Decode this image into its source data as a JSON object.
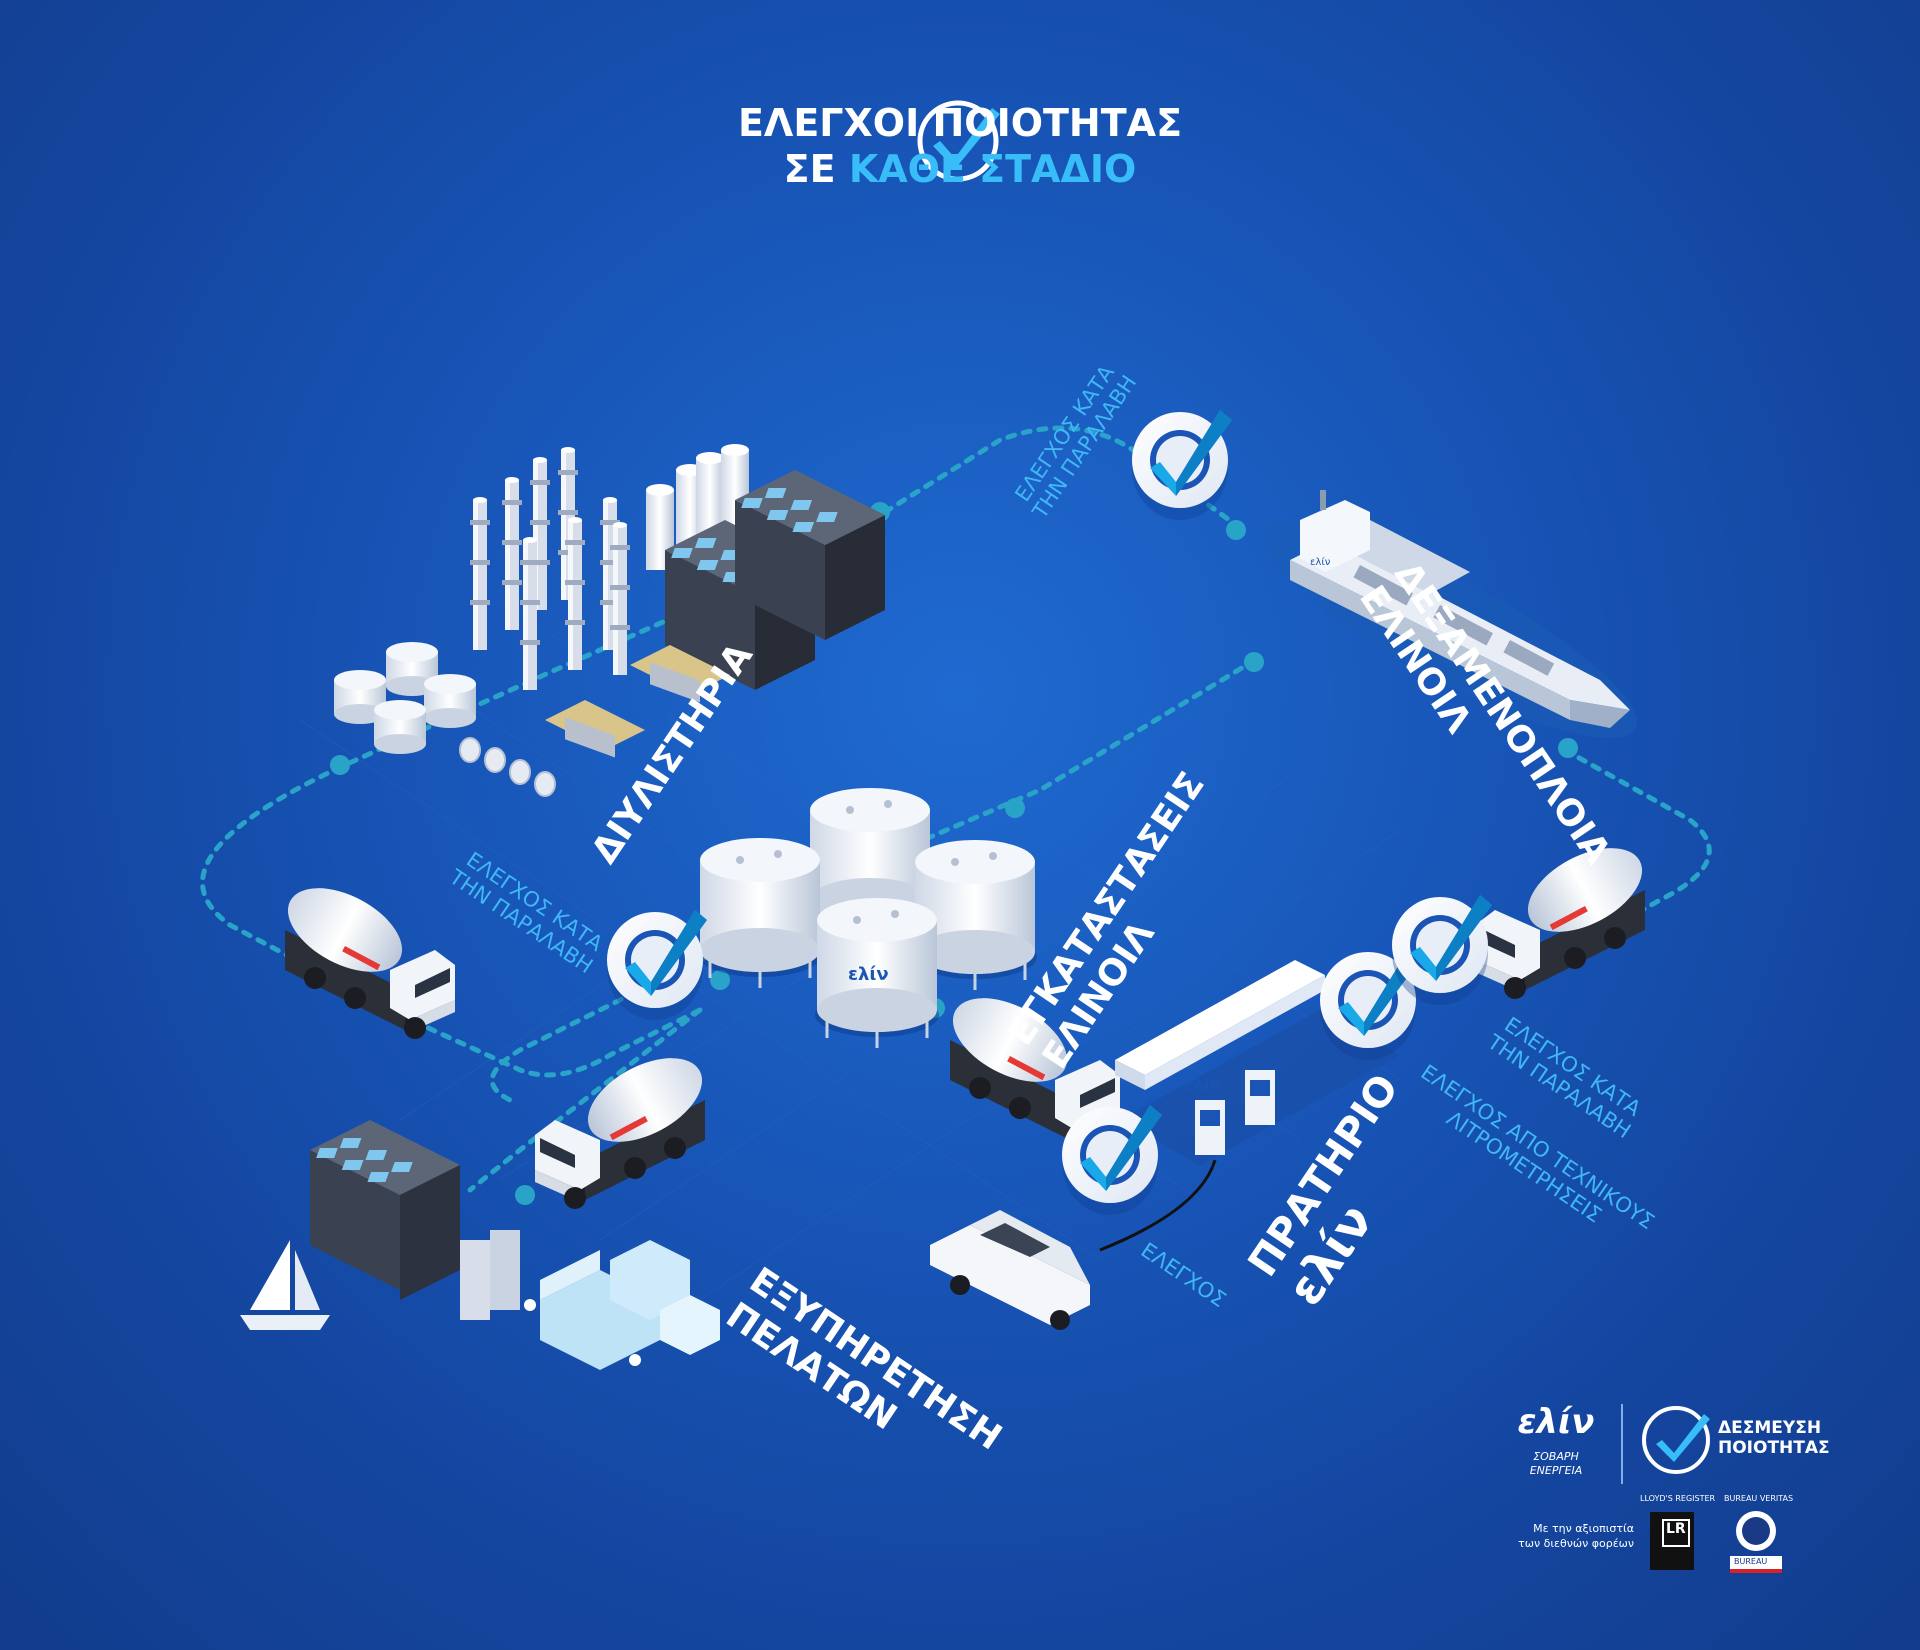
{
  "title": {
    "line1": "ΕΛΕΓΧΟΙ ΠΟΙΟΤΗΤΑΣ",
    "line2_prefix": "ΣΕ",
    "line2_highlight": "ΚΑΘΕ ΣΤΑΔΙΟ"
  },
  "stages": {
    "refineries": "ΔΙΥΛΙΣΤΗΡΙΑ",
    "tankers_1": "ΔΕΞΑΜΕΝΟΠΛΟΙΑ",
    "tankers_2": "ΕΛΙΝΟΙΛ",
    "facilities_1": "ΕΓΚΑΤΑΣΤΑΣΕΙΣ",
    "facilities_2": "ΕΛΙΝΟΙΛ",
    "station_1": "ΠΡΑΤΗΡΙΟ",
    "station_2": "ελίν",
    "customers_1": "ΕΞΥΠΗΡΕΤΗΣΗ",
    "customers_2": "ΠΕΛΑΤΩΝ"
  },
  "checks": {
    "receipt_top_1": "ΕΛΕΓΧΟΣ ΚΑΤΑ",
    "receipt_top_2": "ΤΗΝ ΠΑΡΑΛΑΒΗ",
    "receipt_left_1": "ΕΛΕΓΧΟΣ ΚΑΤΑ",
    "receipt_left_2": "ΤΗΝ ΠΑΡΑΛΑΒΗ",
    "receipt_right_1": "ΕΛΕΓΧΟΣ ΚΑΤΑ",
    "receipt_right_2": "ΤΗΝ ΠΑΡΑΛΑΒΗ",
    "technicians_1": "ΕΛΕΓΧΟΣ ΑΠΟ ΤΕΧΝΙΚΟΥΣ",
    "technicians_2": "ΛΙΤΡΟΜΕΤΡΗΣΕΙΣ",
    "simple": "ΕΛΕΓΧΟΣ"
  },
  "brand": {
    "logo_text": "ελίν",
    "tagline": "ΣΟΒΑΡΗ ΕΝΕΡΓΕΙΑ",
    "commitment_1": "ΔΕΣΜΕΥΣΗ",
    "commitment_2": "ΠΟΙΟΤΗΤΑΣ",
    "certifier_1": "LLOYD'S REGISTER",
    "certifier_2": "BUREAU VERITAS",
    "trust_1": "Με την αξιοπιστία",
    "trust_2": "των διεθνών φορέων",
    "lr_mark": "LR",
    "bv_mark": "BUREAU"
  },
  "colors": {
    "background": "#1856b8",
    "accent": "#38bdf8",
    "path": "#2aa3c9",
    "text": "#ffffff"
  },
  "icons": [
    "check-circle-icon",
    "checkmark-badge-icon",
    "refinery-icon",
    "tanker-ship-icon",
    "storage-tanks-icon",
    "tanker-truck-icon",
    "gas-station-icon",
    "car-icon",
    "factory-icon",
    "houses-icon",
    "sailboat-icon"
  ]
}
